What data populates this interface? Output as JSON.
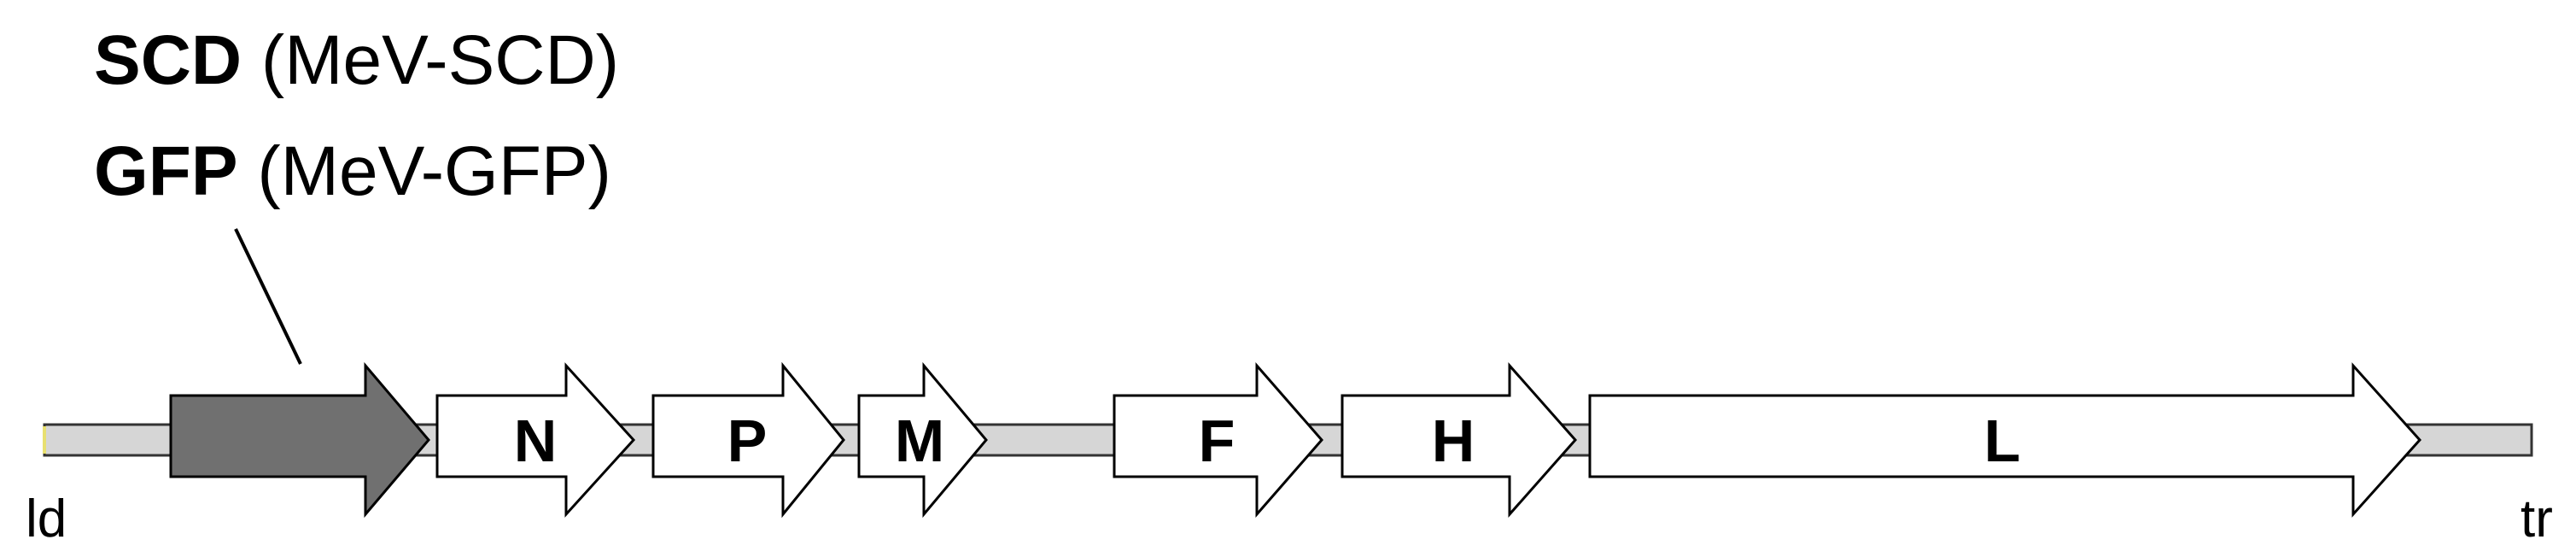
{
  "insert": {
    "line1_bold": "SCD",
    "line1_normal": " (MeV-SCD)",
    "line2_bold": "GFP",
    "line2_normal": " (MeV-GFP)",
    "fill_color": "#707070"
  },
  "genome": {
    "backbone_color": "#d6d6d6",
    "gene_fill": "#ffffff",
    "stroke_color": "#000000",
    "genes": [
      {
        "id": "N",
        "label": "N"
      },
      {
        "id": "P",
        "label": "P"
      },
      {
        "id": "M",
        "label": "M"
      },
      {
        "id": "F",
        "label": "F"
      },
      {
        "id": "H",
        "label": "H"
      },
      {
        "id": "L",
        "label": "L"
      }
    ],
    "leader_label": "ld",
    "trailer_label": "tr"
  }
}
